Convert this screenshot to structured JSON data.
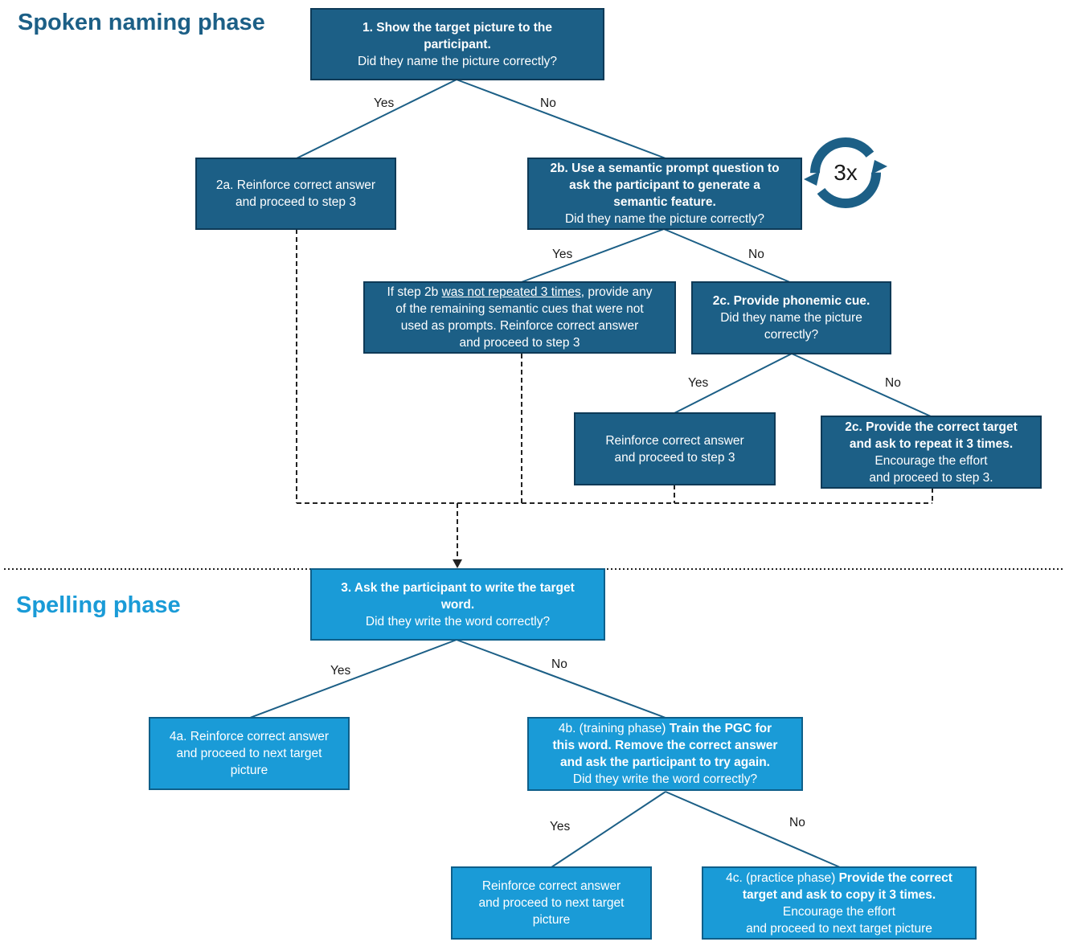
{
  "phases": {
    "spoken": "Spoken naming phase",
    "spelling": "Spelling phase"
  },
  "nodes": {
    "step1": [
      "1. Show the target picture to the",
      "participant.",
      "Did they name the picture correctly?"
    ],
    "step2a": [
      "2a. Reinforce correct answer",
      "and proceed to step 3"
    ],
    "step2b": [
      "2b. Use a semantic prompt question to",
      "ask the participant to generate a",
      "semantic feature.",
      "Did they name the picture correctly?"
    ],
    "step2b_yes": {
      "line1_pre": "If step 2b ",
      "line1_underlined": "was not repeated 3 times",
      "line1_post": ", provide any",
      "rest": [
        "of the remaining semantic cues that were not",
        "used as prompts. Reinforce correct answer",
        "and proceed to step 3"
      ]
    },
    "step2c": [
      "2c. Provide phonemic cue.",
      "Did they name the picture",
      "correctly?"
    ],
    "step2c_yes": [
      "Reinforce correct answer",
      "and proceed to step 3"
    ],
    "step2c_no": [
      "2c. Provide the correct target",
      "and ask to repeat it 3 times.",
      "Encourage the effort",
      "and proceed to step 3."
    ],
    "step3": [
      "3. Ask the participant to write the target",
      "word.",
      "Did they write the word correctly?"
    ],
    "step4a": [
      "4a. Reinforce correct answer",
      "and proceed to next target",
      "picture"
    ],
    "step4b": [
      "4b. (training phase) Train the PGC for",
      "this word. Remove the correct answer",
      "and ask the participant to try again.",
      "Did they write the word correctly?"
    ],
    "step4b_yes": [
      "Reinforce correct answer",
      "and proceed to next target",
      "picture"
    ],
    "step4c": [
      "4c. (practice phase) Provide the correct",
      "target and ask to copy it 3 times.",
      "Encourage the effort",
      "and proceed to next target picture"
    ]
  },
  "edges": {
    "yes": "Yes",
    "no": "No"
  },
  "loop_badge": "3x",
  "colors": {
    "dark_box": "#1c5f86",
    "light_box": "#1a9bd7",
    "spoken_title": "#1c5f86",
    "spelling_title": "#1a9bd7",
    "badge": "#1c5f86"
  }
}
